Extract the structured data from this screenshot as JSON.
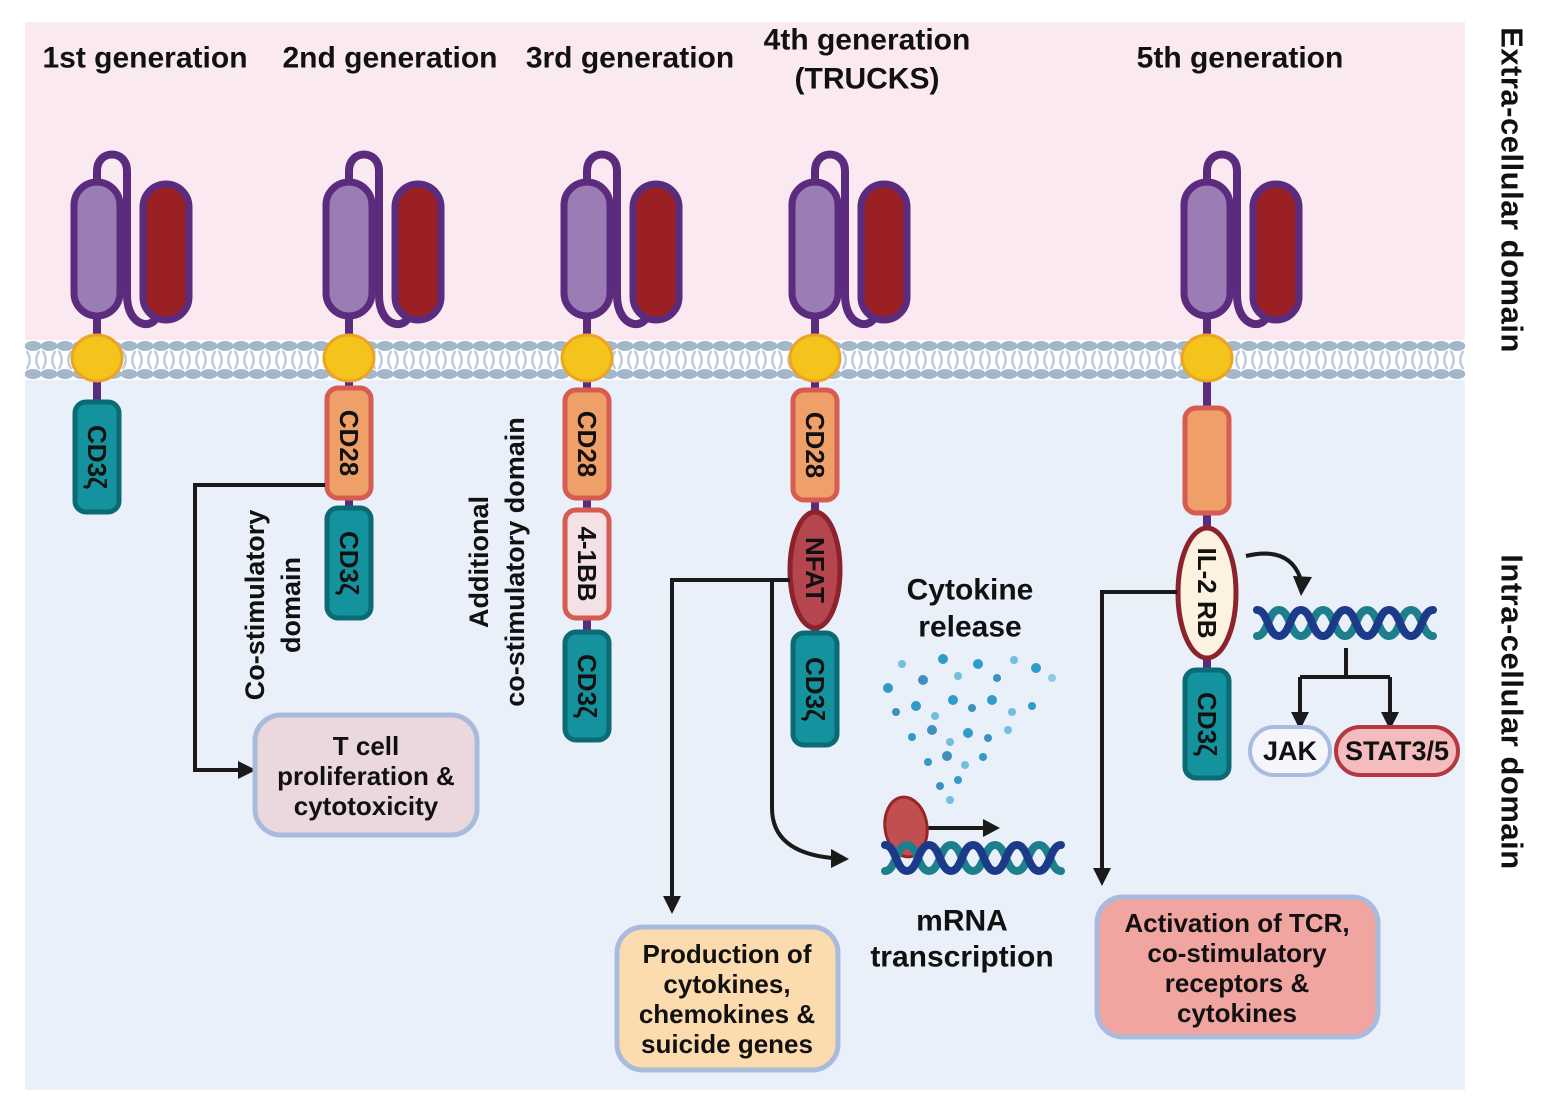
{
  "headers": {
    "gen1": "1st generation",
    "gen2": "2nd generation",
    "gen3": "3rd generation",
    "gen4_line1": "4th generation",
    "gen4_line2": "(TRUCKS)",
    "gen5": "5th generation"
  },
  "side_labels": {
    "extracellular": "Extra-cellular domain",
    "intracellular": "Intra-cellular domain"
  },
  "domains": {
    "cd3z": "CD3ζ",
    "cd28": "CD28",
    "fouronebb": "4-1BB",
    "nfat": "NFAT",
    "il2rb": "IL-2 RB",
    "jak": "JAK",
    "stat35": "STAT3/5"
  },
  "annotations": {
    "costim_line1": "Co-stimulatory",
    "costim_line2": "domain",
    "additional_line1": "Additional",
    "additional_line2": "co-stimulatory domain",
    "cytokine_line1": "Cytokine",
    "cytokine_line2": "release",
    "mrna_line1": "mRNA",
    "mrna_line2": "transcription"
  },
  "result_boxes": {
    "tcell": [
      "T cell",
      "proliferation &",
      "cytotoxicity"
    ],
    "production": [
      "Production of",
      "cytokines,",
      "chemokines &",
      "suicide genes"
    ],
    "activation": [
      "Activation of TCR,",
      "co-stimulatory",
      "receptors &",
      "cytokines"
    ]
  },
  "colors": {
    "extracellular_bg": "#fbe9f1",
    "intracellular_bg": "#e9f0fa",
    "scfv_purple": "#9c7cb4",
    "scfv_red": "#9b2023",
    "linker_purple": "#5b2c7e",
    "transmembrane_yellow": "#f4c41c",
    "cd28_orange": "#efa069",
    "cd3z_teal": "#14929e",
    "bb_pink": "#f3e1e5",
    "nfat_red": "#b5454e",
    "il2rb_cream": "#fdf2df",
    "jak_fill": "#f4f6fc",
    "stat_fill": "#f5bcc0",
    "tcell_box": "#ead8dd",
    "production_box": "#fcdcae",
    "activation_box": "#f1a5a1",
    "box_border_blue": "#a9bbdd",
    "dna_navy": "#1c3a8a",
    "dna_teal": "#1d7f8c",
    "arrow_black": "#1a1a1a"
  }
}
